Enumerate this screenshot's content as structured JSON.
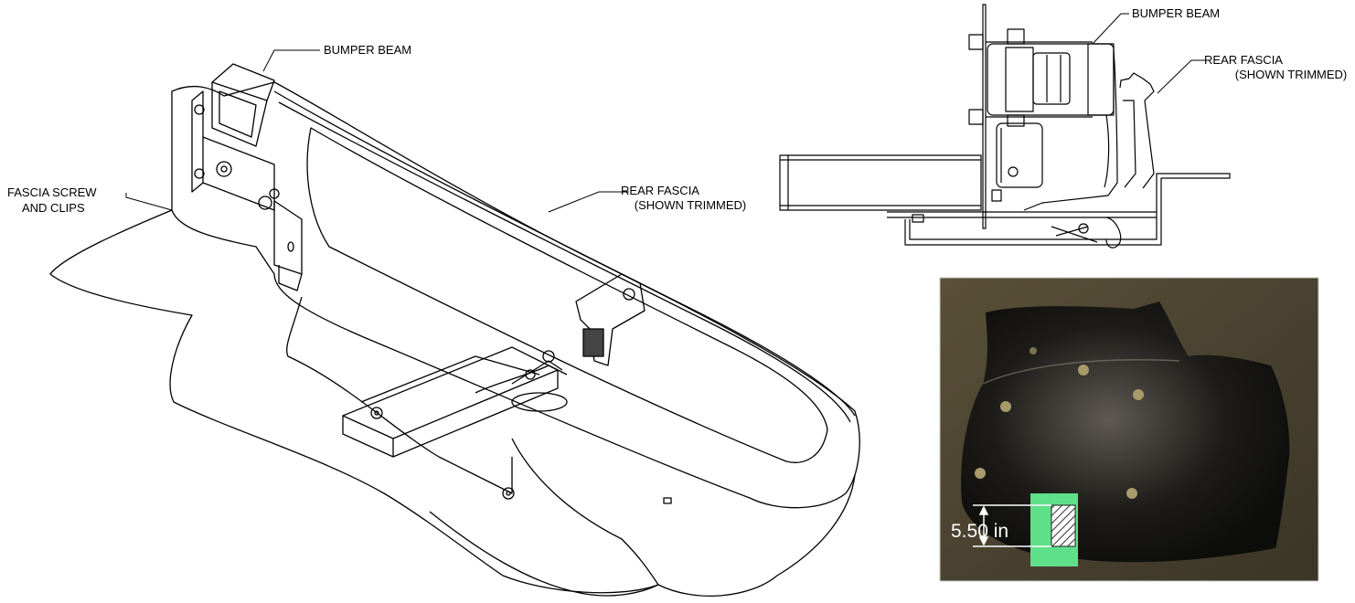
{
  "left_view": {
    "callouts": {
      "bumper_beam": "BUMPER BEAM",
      "rear_fascia_line1": "REAR FASCIA",
      "rear_fascia_line2": "(SHOWN TRIMMED)",
      "fascia_screw_line1": "FASCIA SCREW",
      "fascia_screw_line2": "AND CLIPS"
    }
  },
  "side_view": {
    "callouts": {
      "bumper_beam": "BUMPER BEAM",
      "rear_fascia_line1": "REAR FASCIA",
      "rear_fascia_line2": "(SHOWN TRIMMED)"
    }
  },
  "photo": {
    "dimension_label": "5.50 in",
    "tape_color": "#5ee08a"
  }
}
